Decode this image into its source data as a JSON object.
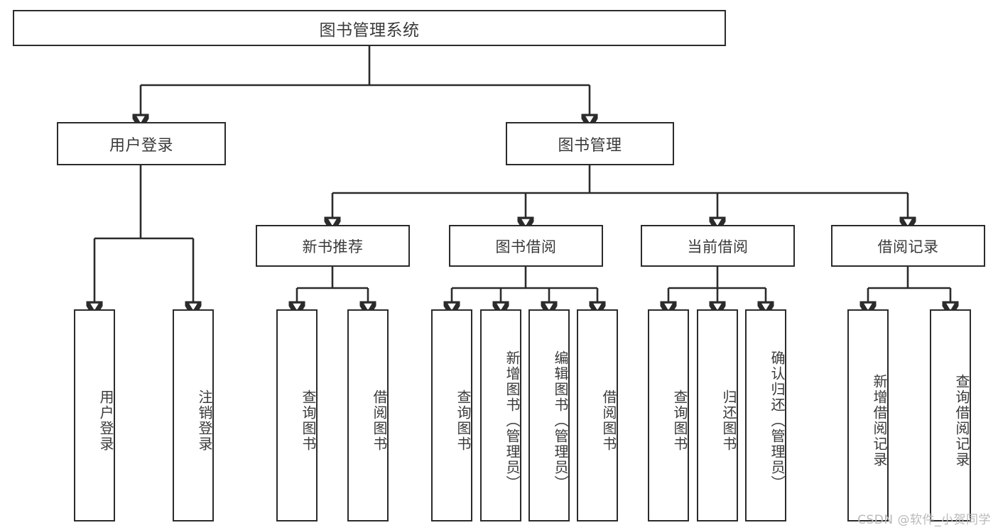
{
  "diagram": {
    "title": "图书管理系统",
    "type": "功能结构图",
    "watermark": "CSDN @软件_小贺同学",
    "colors": {
      "stroke": "#2b2b2b",
      "text": "#3a3a3a",
      "background": "#ffffff",
      "watermark": "#b9b9b9"
    },
    "root": {
      "label": "图书管理系统"
    },
    "level2": [
      {
        "label": "用户登录"
      },
      {
        "label": "图书管理"
      }
    ],
    "level3": [
      {
        "label": "新书推荐"
      },
      {
        "label": "图书借阅"
      },
      {
        "label": "当前借阅"
      },
      {
        "label": "借阅记录"
      }
    ],
    "leaves": [
      {
        "label": "用户登录",
        "parent": "用户登录"
      },
      {
        "label": "注销登录",
        "parent": "用户登录"
      },
      {
        "label": "查询图书",
        "parent": "新书推荐"
      },
      {
        "label": "借阅图书",
        "parent": "新书推荐"
      },
      {
        "label": "查询图书",
        "parent": "图书借阅"
      },
      {
        "label": "新增图书（管理员）",
        "parent": "图书借阅"
      },
      {
        "label": "编辑图书（管理员）",
        "parent": "图书借阅"
      },
      {
        "label": "借阅图书",
        "parent": "图书借阅"
      },
      {
        "label": "查询图书",
        "parent": "当前借阅"
      },
      {
        "label": "归还图书",
        "parent": "当前借阅"
      },
      {
        "label": "确认归还（管理员）",
        "parent": "当前借阅"
      },
      {
        "label": "新增借阅记录",
        "parent": "借阅记录"
      },
      {
        "label": "查询借阅记录",
        "parent": "借阅记录"
      }
    ]
  }
}
